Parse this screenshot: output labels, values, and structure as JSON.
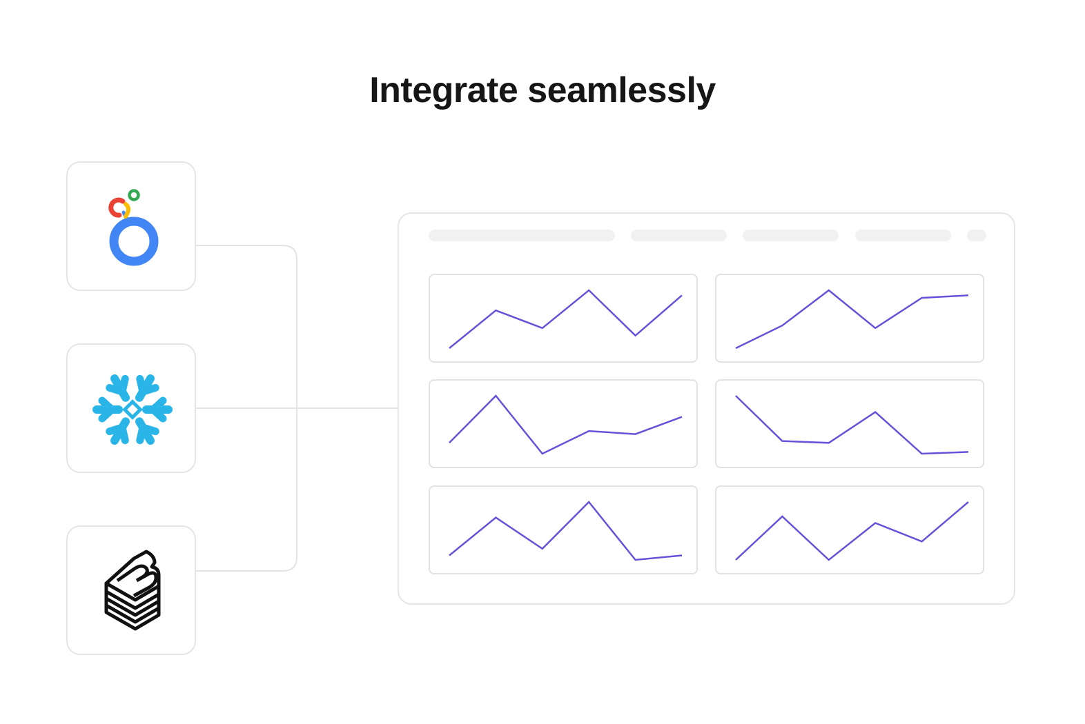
{
  "header": {
    "title": "Integrate seamlessly"
  },
  "sources": [
    {
      "name": "looker-logo",
      "icon": "looker-icon"
    },
    {
      "name": "snowflake-logo",
      "icon": "snowflake-icon"
    },
    {
      "name": "dbt-bigquery-logo",
      "icon": "stacked-b-icon"
    }
  ],
  "colors": {
    "line": "#6552d9",
    "border": "#e5e5e5",
    "skeleton": "#f1f1f1",
    "connector": "#e3e3e3",
    "snowflake": "#29b5e8",
    "looker_blue": "#4285f4",
    "looker_red": "#ea4335",
    "looker_yellow": "#fbbc04",
    "looker_green": "#34a853"
  },
  "chart_data": [
    {
      "type": "line",
      "values": [
        0,
        30,
        16,
        46,
        10,
        42
      ]
    },
    {
      "type": "line",
      "values": [
        0,
        18,
        46,
        16,
        40,
        42
      ]
    },
    {
      "type": "line",
      "values": [
        14,
        74,
        0,
        29,
        25,
        47
      ]
    },
    {
      "type": "line",
      "values": [
        56,
        31,
        30,
        47,
        24,
        25
      ]
    },
    {
      "type": "line",
      "values": [
        2,
        19,
        5,
        26,
        0,
        2
      ]
    },
    {
      "type": "line",
      "values": [
        0,
        33,
        0,
        28,
        14,
        44
      ]
    }
  ]
}
